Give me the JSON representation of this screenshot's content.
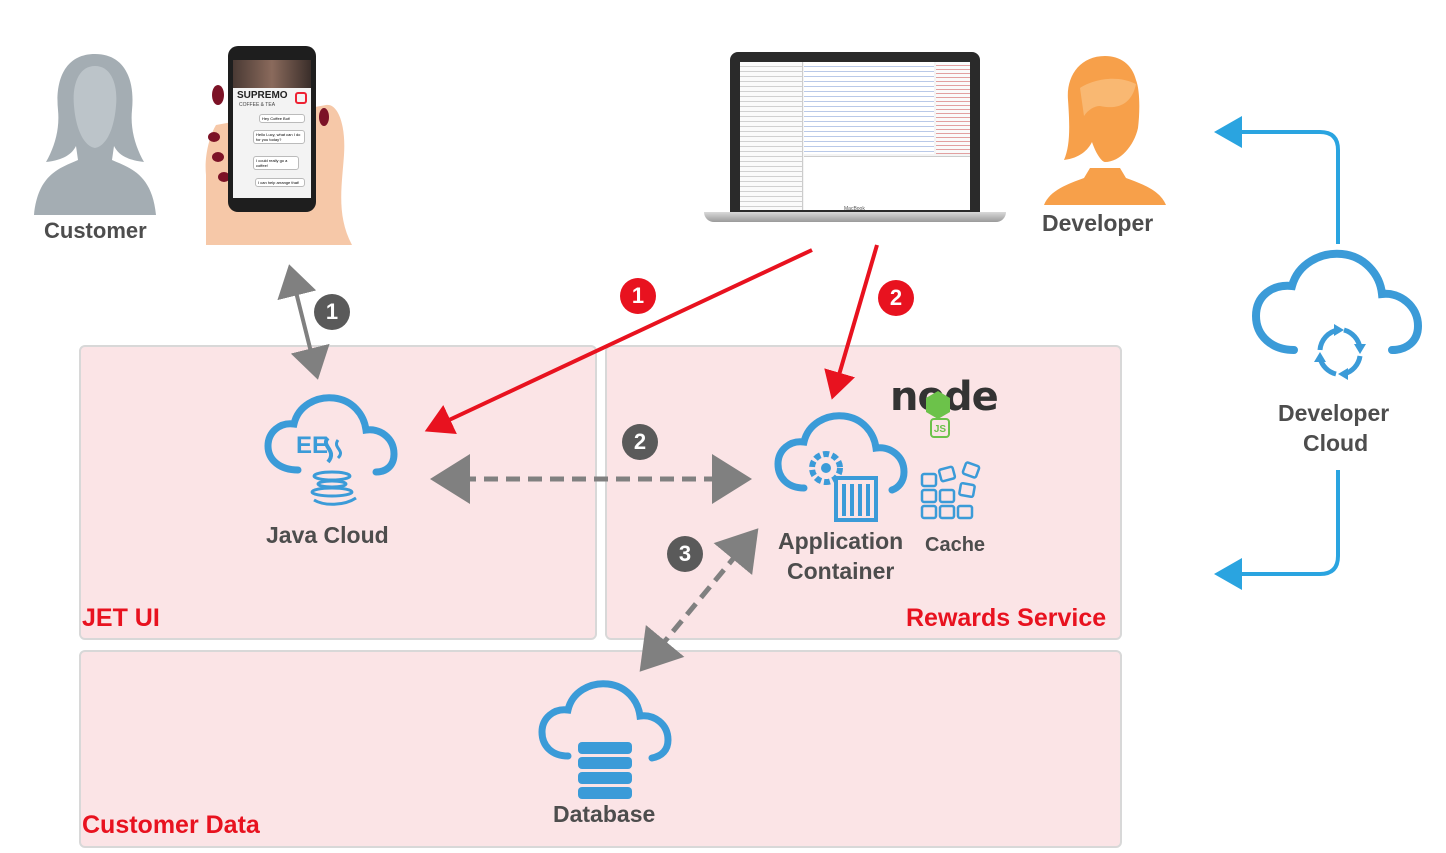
{
  "people": {
    "customer_label": "Customer",
    "developer_label": "Developer"
  },
  "phone": {
    "brand": "SUPREMO",
    "brand_sub": "COFFEE & TEA",
    "chat": [
      "Hey Coffee Bot!",
      "Hello Lucy, what can I do for you today?",
      "I could really go a coffee!",
      "I can help arrange that!"
    ]
  },
  "laptop": {
    "brand": "MacBook"
  },
  "panels": {
    "jet_ui": "JET UI",
    "rewards": "Rewards Service",
    "customer_data": "Customer Data"
  },
  "services": {
    "java_cloud": "Java Cloud",
    "java_cloud_badge": "EE",
    "app_container_line1": "Application",
    "app_container_line2": "Container",
    "cache": "Cache",
    "database": "Database",
    "dev_cloud_line1": "Developer",
    "dev_cloud_line2": "Cloud",
    "node_text": "node",
    "node_js": "JS"
  },
  "steps": {
    "grey_1": "1",
    "grey_2": "2",
    "grey_3": "3",
    "red_1": "1",
    "red_2": "2"
  },
  "colors": {
    "panel_fill": "#fbe4e6",
    "accent_red": "#e8121f",
    "cloud_blue": "#3b9bd8",
    "arrow_grey": "#808080",
    "dev_orange": "#f7a04a"
  }
}
